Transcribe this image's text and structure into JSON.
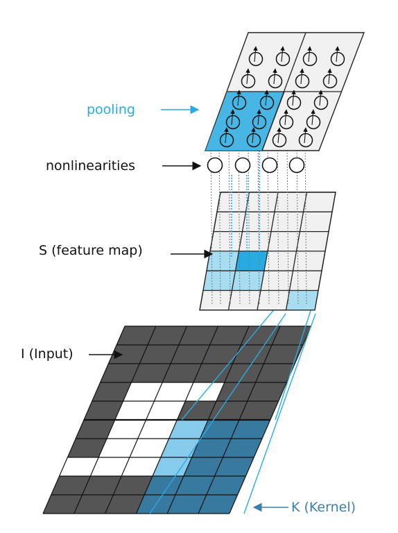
{
  "labels": {
    "pooling": "pooling",
    "nonlinearities": "nonlinearities",
    "feature_map": "S (feature map)",
    "input": "I (Input)",
    "kernel": "K (Kernel)"
  },
  "colors": {
    "input_dark": "#555555",
    "input_white": "#ffffff",
    "grid_line": "#111111",
    "accent_cyan": "#29abe2",
    "accent_cyan_light": "#a8dcf0",
    "kernel_overlay": "#2e86b8",
    "kernel_highlight": "#8fd3f4",
    "kernel_label": "#3b7fb0",
    "plane_fill": "#f0f0f0",
    "pooling_label": "#29abe2"
  }
}
